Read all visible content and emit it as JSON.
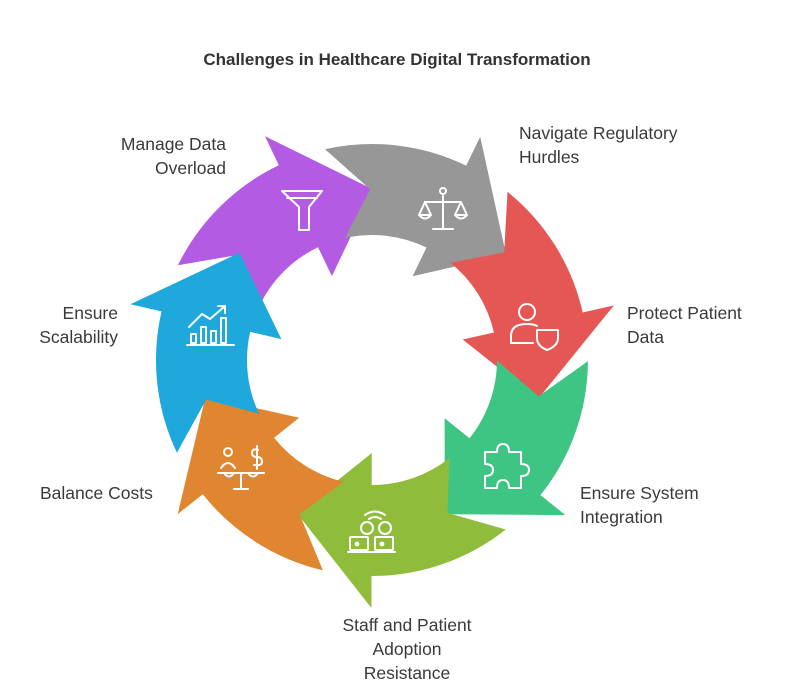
{
  "title": "Challenges in Healthcare Digital Transformation",
  "segments": [
    {
      "id": "data-overload",
      "lines": [
        "Manage Data",
        "Overload"
      ],
      "color": "#b45be3",
      "icon": "funnel-icon"
    },
    {
      "id": "regulatory",
      "lines": [
        "Navigate Regulatory",
        "Hurdles"
      ],
      "color": "#979797",
      "icon": "scales-icon"
    },
    {
      "id": "patient-data",
      "lines": [
        "Protect Patient",
        "Data"
      ],
      "color": "#e55755",
      "icon": "user-shield-icon"
    },
    {
      "id": "integration",
      "lines": [
        "Ensure System",
        "Integration"
      ],
      "color": "#3ec483",
      "icon": "puzzle-icon"
    },
    {
      "id": "adoption",
      "lines": [
        "Staff and Patient",
        "Adoption",
        "Resistance"
      ],
      "color": "#8fbd3b",
      "icon": "team-laptops-icon"
    },
    {
      "id": "costs",
      "lines": [
        "Balance Costs"
      ],
      "color": "#e08530",
      "icon": "cost-balance-icon"
    },
    {
      "id": "scalability",
      "lines": [
        "Ensure",
        "Scalability"
      ],
      "color": "#1ea8db",
      "icon": "growth-chart-icon"
    }
  ]
}
